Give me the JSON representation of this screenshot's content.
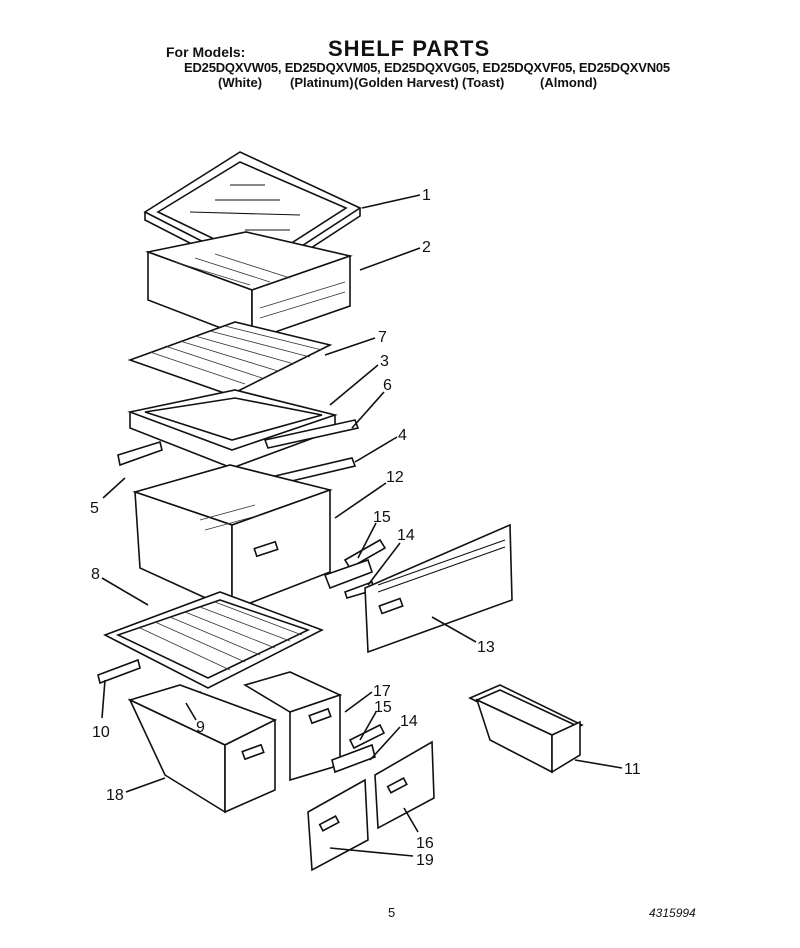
{
  "header": {
    "for_models_label": "For Models:",
    "title": "SHELF PARTS",
    "models": "ED25DQXVW05, ED25DQXVM05, ED25DQXVG05, ED25DQXVF05, ED25DQXVN05",
    "colors": [
      "(White)",
      "(Platinum)",
      "(Golden Harvest)",
      "(Toast)",
      "(Almond)"
    ]
  },
  "callouts": [
    "1",
    "2",
    "7",
    "3",
    "6",
    "4",
    "5",
    "12",
    "15",
    "14",
    "13",
    "8",
    "10",
    "9",
    "17",
    "15",
    "14",
    "11",
    "18",
    "16",
    "19"
  ],
  "footer": {
    "page_number": "5",
    "document_number": "4315994"
  }
}
